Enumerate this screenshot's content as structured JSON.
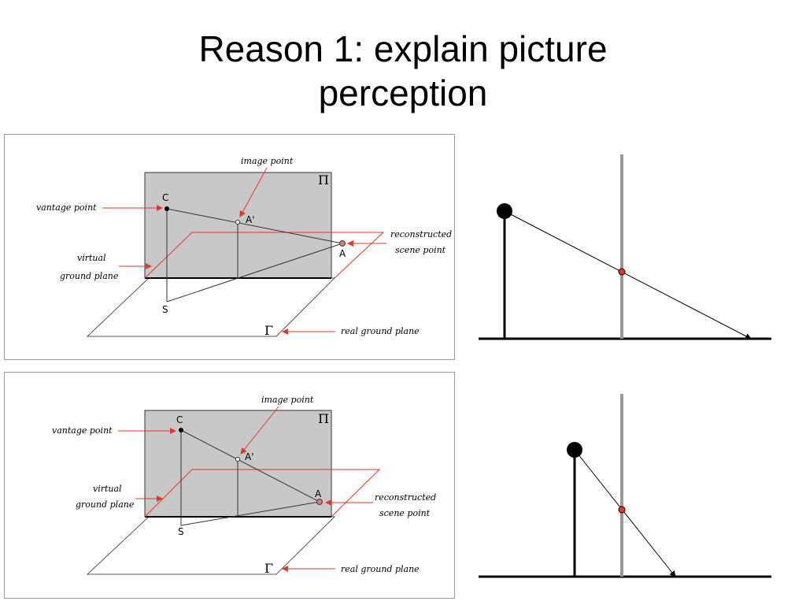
{
  "slide": {
    "title_line1": "Reason 1: explain picture",
    "title_line2": "perception"
  },
  "diagram": {
    "labels": {
      "image_point": "image point",
      "vantage_point": "vantage point",
      "virtual_ground_plane_line1": "virtual",
      "virtual_ground_plane_line2": "ground plane",
      "reconstructed_line1": "reconstructed",
      "reconstructed_line2": "scene point",
      "real_ground_plane": "real ground plane"
    },
    "points": {
      "c": "C",
      "a_prime": "A'",
      "a": "A",
      "s": "S",
      "pi": "Π",
      "gamma": "Γ"
    }
  },
  "colors": {
    "picture_plane_fill": "#c8c8c8",
    "annotation_red": "#e8352a",
    "sketch_gray_line": "#999999",
    "sketch_point_red": "#e8352a"
  }
}
